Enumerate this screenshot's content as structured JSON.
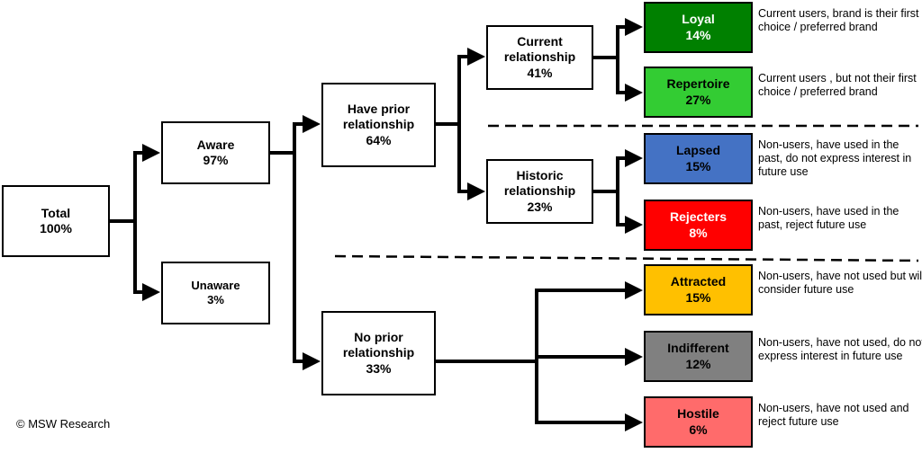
{
  "nodes": {
    "total": {
      "label": "Total",
      "pct": "100%"
    },
    "aware": {
      "label": "Aware",
      "pct": "97%"
    },
    "unaware": {
      "label": "Unaware",
      "pct": "3%"
    },
    "have_prior": {
      "label": "Have prior relationship",
      "pct": "64%"
    },
    "no_prior": {
      "label": "No prior relationship",
      "pct": "33%"
    },
    "current": {
      "label": "Current relationship",
      "pct": "41%"
    },
    "historic": {
      "label": "Historic relationship",
      "pct": "23%"
    }
  },
  "segments": [
    {
      "key": "loyal",
      "label": "Loyal",
      "pct": "14%",
      "color": "#008000",
      "text_color": "#ffffff",
      "desc": "Current users, brand is their first choice / preferred brand"
    },
    {
      "key": "repertoire",
      "label": "Repertoire",
      "pct": "27%",
      "color": "#33cc33",
      "text_color": "#000000",
      "desc": "Current users , but not their first choice / preferred brand"
    },
    {
      "key": "lapsed",
      "label": "Lapsed",
      "pct": "15%",
      "color": "#4472c4",
      "text_color": "#000000",
      "desc": "Non-users, have used in the past, do not express interest in future use"
    },
    {
      "key": "rejecters",
      "label": "Rejecters",
      "pct": "8%",
      "color": "#ff0000",
      "text_color": "#ffffff",
      "desc": "Non-users, have used in the past, reject future use"
    },
    {
      "key": "attracted",
      "label": "Attracted",
      "pct": "15%",
      "color": "#ffc000",
      "text_color": "#000000",
      "desc": "Non-users, have not used but will consider future use"
    },
    {
      "key": "indifferent",
      "label": "Indifferent",
      "pct": "12%",
      "color": "#808080",
      "text_color": "#000000",
      "desc": "Non-users, have not used, do not express interest in future use"
    },
    {
      "key": "hostile",
      "label": "Hostile",
      "pct": "6%",
      "color": "#ff6b6b",
      "text_color": "#000000",
      "desc": "Non-users, have not used and reject future use"
    }
  ],
  "copyright": "© MSW Research"
}
